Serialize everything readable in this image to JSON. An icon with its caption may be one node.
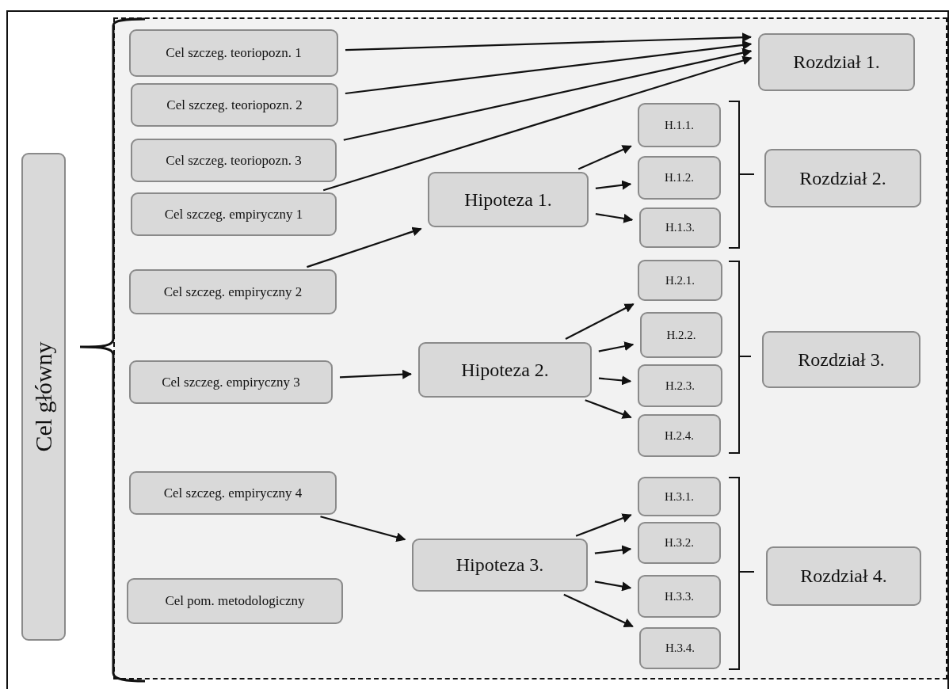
{
  "diagram": {
    "nodes": [
      {
        "text": [
          "Cel główny"
        ]
      },
      {
        "text": [],
        "shape": "box"
      },
      {
        "text": [
          "Cel szczeg. teoriopozn. 1"
        ],
        "in": 1
      },
      {
        "text": [
          "Cel szczeg. teoriopozn. 2"
        ],
        "in": 1
      },
      {
        "text": [
          "Cel szczeg. teoriopozn. 3"
        ],
        "in": 1
      },
      {
        "text": [
          "Cel szczeg. empiryczny 1"
        ],
        "in": 1
      },
      {
        "text": [
          "Cel szczeg. empiryczny 2"
        ],
        "in": 1
      },
      {
        "text": [
          "Cel szczeg. empiryczny 3"
        ],
        "in": 1
      },
      {
        "text": [
          "Cel szczeg. empiryczny 4"
        ],
        "in": 1
      },
      {
        "text": [
          "Cel pom. metodologiczny"
        ],
        "in": 1
      },
      {
        "text": [
          "Hipoteza 1."
        ],
        "in": 1
      },
      {
        "text": [
          "Hipoteza 2."
        ],
        "in": 1
      },
      {
        "text": [
          "Hipoteza 3."
        ],
        "in": 1
      },
      {
        "text": [
          "H.1.1."
        ],
        "in": 1
      },
      {
        "text": [
          "H.1.2."
        ],
        "in": 1
      },
      {
        "text": [
          "H.1.3."
        ],
        "in": 1
      },
      {
        "text": [
          "H.2.1."
        ],
        "in": 1
      },
      {
        "text": [
          "H.2.2."
        ],
        "in": 1
      },
      {
        "text": [
          "H.2.3."
        ],
        "in": 1
      },
      {
        "text": [
          "H.2.4."
        ],
        "in": 1
      },
      {
        "text": [
          "H.3.1."
        ],
        "in": 1
      },
      {
        "text": [
          "H.3.2."
        ],
        "in": 1
      },
      {
        "text": [
          "H.3.3."
        ],
        "in": 1
      },
      {
        "text": [
          "H.3.4."
        ],
        "in": 1
      },
      {
        "text": [
          "Rozdział 1."
        ],
        "in": 1
      },
      {
        "text": [
          "Rozdział 2."
        ],
        "in": 1
      },
      {
        "text": [
          "Rozdział 3."
        ],
        "in": 1
      },
      {
        "text": [
          "Rozdział 4."
        ],
        "in": 1
      }
    ],
    "edges": [
      {
        "from": 2,
        "to": 24,
        "arrow": "to"
      },
      {
        "from": 3,
        "to": 24,
        "arrow": "to"
      },
      {
        "from": 4,
        "to": 24,
        "arrow": "to"
      },
      {
        "from": 5,
        "to": 24,
        "arrow": "to"
      },
      {
        "from": 6,
        "to": 10,
        "arrow": "to"
      },
      {
        "from": 7,
        "to": 11,
        "arrow": "to"
      },
      {
        "from": 8,
        "to": 12,
        "arrow": "to"
      },
      {
        "from": 10,
        "to": 13,
        "arrow": "to"
      },
      {
        "from": 10,
        "to": 14,
        "arrow": "to"
      },
      {
        "from": 10,
        "to": 15,
        "arrow": "to"
      },
      {
        "from": 11,
        "to": 16,
        "arrow": "to"
      },
      {
        "from": 11,
        "to": 17,
        "arrow": "to"
      },
      {
        "from": 11,
        "to": 18,
        "arrow": "to"
      },
      {
        "from": 11,
        "to": 19,
        "arrow": "to"
      },
      {
        "from": 12,
        "to": 20,
        "arrow": "to"
      },
      {
        "from": 12,
        "to": 21,
        "arrow": "to"
      },
      {
        "from": 12,
        "to": 22,
        "arrow": "to"
      },
      {
        "from": 12,
        "to": 23,
        "arrow": "to"
      }
    ]
  }
}
